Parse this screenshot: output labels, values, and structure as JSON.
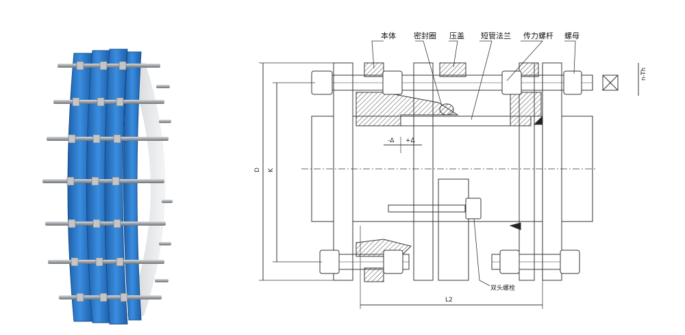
{
  "figure": {
    "product_photo": "blue double-flange dismantling joint with tie rods",
    "icons": [
      "hex-bolt-icon"
    ]
  },
  "callouts": {
    "body": "本体",
    "seal_ring": "密封圈",
    "gland": "压盖",
    "short_pipe_flange": "短管法兰",
    "tie_rod": "传力螺杆",
    "nut": "螺母",
    "stud": "双头螺栓"
  },
  "dimensions": {
    "bolt_spec": "n-Th",
    "outer_diameter": "D",
    "bolt_circle": "K",
    "adjust_minus": "-Δ",
    "adjust_plus": "+Δ",
    "length": "L2"
  },
  "colors": {
    "flange_blue": "#2f7fd0",
    "flange_blue_dark": "#1d5fa8",
    "bolt_gray": "#a9adb2",
    "line": "#333333"
  }
}
